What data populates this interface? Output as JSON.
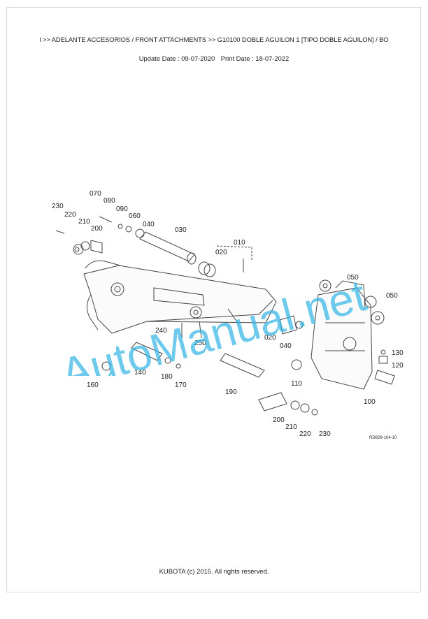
{
  "header": {
    "breadcrumb": "l >> ADELANTE ACCESORIOS / FRONT ATTACHMENTS >> G10100   DOBLE AGUILON 1 [TIPO DOBLE AGUILON] / BO",
    "update_date": "Update Date : 09-07-2020",
    "print_date": "Print Date : 18-07-2022"
  },
  "diagram": {
    "reference_code": "RD829-104-10",
    "part_labels": [
      "230",
      "220",
      "210",
      "200",
      "070",
      "080",
      "090",
      "060",
      "040",
      "030",
      "010",
      "020",
      "050",
      "050",
      "020",
      "040",
      "240",
      "250",
      "160",
      "140",
      "180",
      "170",
      "190",
      "110",
      "130",
      "120",
      "100",
      "200",
      "210",
      "220",
      "230"
    ]
  },
  "watermark": {
    "text": "AutoManual.net",
    "color": "#35b6e6"
  },
  "footer": {
    "copyright": "KUBOTA (c) 2015. All rights reserved."
  }
}
